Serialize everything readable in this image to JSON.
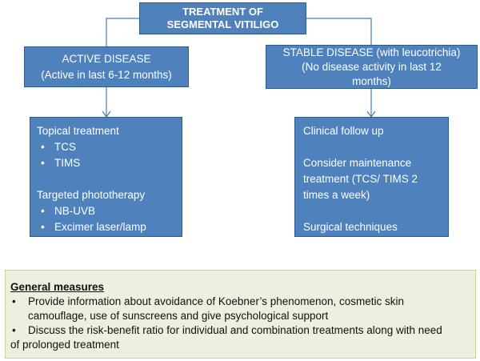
{
  "title": [
    "TREATMENT OF",
    "SEGMENTAL VITILIGO"
  ],
  "active": {
    "heading": [
      "ACTIVE DISEASE",
      "(Active in last 6-12 months)"
    ]
  },
  "stable": {
    "heading": [
      "STABLE DISEASE (with leucotrichia)",
      "(No disease activity in last 12",
      "months)"
    ]
  },
  "active_treatment": {
    "topical_label": "Topical treatment",
    "topical_items": [
      "TCS",
      "TIMS"
    ],
    "photo_label": "Targeted phototherapy",
    "photo_items": [
      "NB-UVB",
      "Excimer laser/lamp"
    ]
  },
  "stable_treatment": {
    "followup": "Clinical follow up",
    "maintenance": [
      "Consider maintenance",
      "treatment (TCS/ TIMS 2",
      "times a week)"
    ],
    "surgical": "Surgical techniques"
  },
  "general": {
    "heading": "General measures",
    "items": [
      [
        "Provide information about avoidance  of Koebner’s  phenomenon, cosmetic skin",
        "camouflage, use of sunscreens and give psychological support"
      ],
      [
        "Discuss the risk-benefit ratio for individual and combination treatments along with need",
        "of prolonged treatment"
      ]
    ]
  },
  "colors": {
    "box_fill": "#4f81bd",
    "box_border": "#2f5a8c",
    "connector": "#4a7ab8",
    "measures_fill": "#ebf1de"
  }
}
